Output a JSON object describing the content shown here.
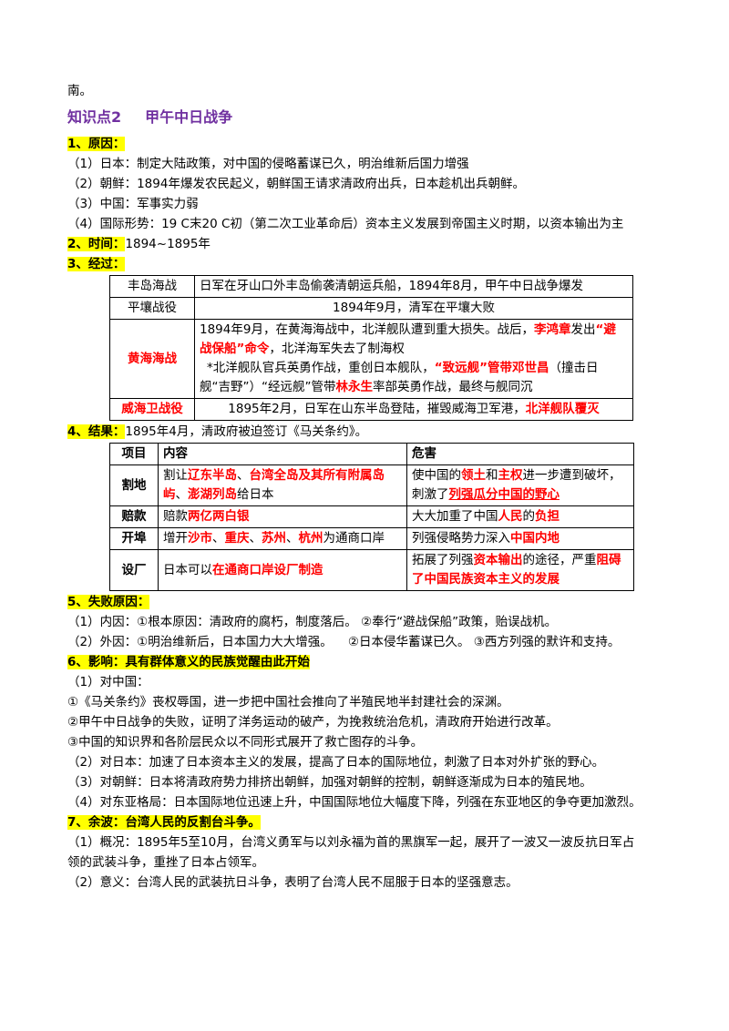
{
  "intro": "南。",
  "section": {
    "label": "知识点2",
    "title": "甲午中日战争"
  },
  "causes": {
    "heading": "1、原因：",
    "items": [
      "（1）日本：制定大陆政策，对中国的侵略蓄谋已久，明治维新后国力增强",
      "（2）朝鲜：1894年爆发农民起义，朝鲜国王请求清政府出兵，日本趁机出兵朝鲜。",
      "（3）中国：军事实力弱",
      "（4）国际形势：19 C末20 C初（第二次工业革命后）资本主义发展到帝国主义时期，以资本输出为主"
    ]
  },
  "time": {
    "heading": "2、时间：",
    "value": "1894~1895年"
  },
  "process": {
    "heading": "3、经过：",
    "rows": [
      {
        "battle": "丰岛海战",
        "desc": "日军在牙山口外丰岛偷袭清朝运兵船，1894年8月，甲午中日战争爆发"
      },
      {
        "battle": "平壤战役",
        "desc": "1894年9月，清军在平壤大败"
      },
      {
        "battle": "黄海海战",
        "p1": "1894年9月，在黄海海战中，北洋舰队遭到重大损失。战后，",
        "p2": "李鸿章",
        "p3": "发出",
        "p4": "“避战保船”命令",
        "p5": "，北洋海军失去了制海权",
        "p6": "*北洋舰队官兵英勇作战，重创日本舰队，",
        "p7": "“致远舰”管带邓世昌",
        "p8": "（撞击日舰“吉野”）“经远舰”管带",
        "p9": "林永生",
        "p10": "率部英勇作战，最终与舰同沉"
      },
      {
        "battle": "威海卫战役",
        "p1": "1895年2月，日军在山东半岛登陆，摧毁威海卫军港，",
        "p2": "北洋舰队覆灭"
      }
    ]
  },
  "result": {
    "heading": "4、结果：",
    "text": "1895年4月，清政府被迫签订《马关条约》。",
    "headers": [
      "项目",
      "内容",
      "危害"
    ],
    "ceding": {
      "item": "割地",
      "c1": "割让",
      "c2": "辽东半岛",
      "c3": "、",
      "c4": "台湾全岛及其所有附属岛屿",
      "c5": "、",
      "c6": "澎湖列岛",
      "c7": "给日本",
      "h1": "使中国的",
      "h2": "领土",
      "h3": "和",
      "h4": "主权",
      "h5": "进一步遭到破坏，刺激了",
      "h6": "列强瓜分中国的野心"
    },
    "indemnity": {
      "item": "赔款",
      "c1": "赔款",
      "c2": "两亿两白银",
      "h1": "大大加重了中国",
      "h2": "人民",
      "h3": "的",
      "h4": "负担"
    },
    "ports": {
      "item": "开埠",
      "c1": "增开",
      "c2": "沙市",
      "c3": "、",
      "c4": "重庆",
      "c5": "、",
      "c6": "苏州",
      "c7": "、",
      "c8": "杭州",
      "c9": "为通商口岸",
      "h1": "列强侵略势力深入",
      "h2": "中国内地"
    },
    "factories": {
      "item": "设厂",
      "c1": "日本可以",
      "c2": "在通商口岸设厂制造",
      "h1": "拓展了列强",
      "h2": "资本输出",
      "h3": "的途径，严重",
      "h4": "阻碍了中国民族资本主义的发展"
    }
  },
  "failure": {
    "heading": "5、失败原因：",
    "items": [
      "（1）内因：①根本原因：清政府的腐朽，制度落后。 ②奉行“避战保船”政策，贻误战机。",
      "（2）外因：①明治维新后，日本国力大大增强。    ②日本侵华蓄谋已久。 ③西方列强的默许和支持。"
    ]
  },
  "impact": {
    "heading": "6、影响：具有群体意义的民族觉醒由此开始",
    "items": [
      "（1）对中国：",
      "①《马关条约》丧权辱国，进一步把中国社会推向了半殖民地半封建社会的深渊。",
      "②甲午中日战争的失败，证明了洋务运动的破产，为挽救统治危机，清政府开始进行改革。",
      "③中国的知识界和各阶层民众以不同形式展开了救亡图存的斗争。",
      "（2）对日本：加速了日本资本主义的发展，提高了日本的国际地位，刺激了日本对外扩张的野心。",
      "（3）对朝鲜：日本将清政府势力排挤出朝鲜，加强对朝鲜的控制，朝鲜逐渐成为日本的殖民地。",
      "（4）对东亚格局：日本国际地位迅速上升，中国国际地位大幅度下降，列强在东亚地区的争夺更加激烈。"
    ]
  },
  "aftermath": {
    "heading": "7、余波：台湾人民的反割台斗争。",
    "items": [
      "（1）概况：1895年5至10月，台湾义勇军与以刘永福为首的黑旗军一起，展开了一波又一波反抗日军占",
      "领的武装斗争，重挫了日本占领军。",
      "（2）意义：台湾人民的武装抗日斗争，表明了台湾人民不屈服于日本的坚强意志。"
    ]
  }
}
